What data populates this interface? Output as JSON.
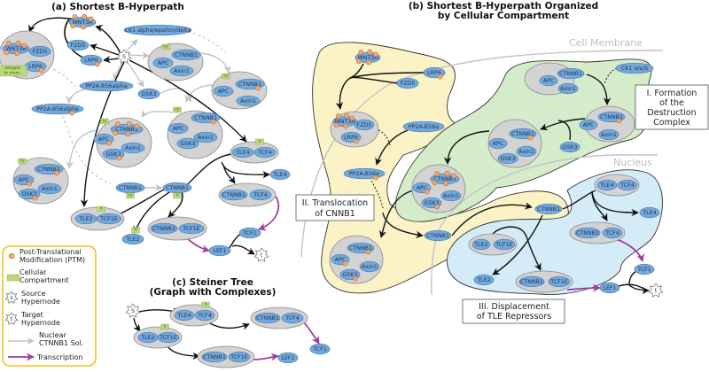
{
  "colors": {
    "protein": "#74a9dc",
    "complex": "#d3d3d3",
    "ptm": "#f5a66a",
    "compartment_tag": "#b9d97a",
    "transcription": "#a23ba6",
    "nuclear_sol": "#c4c4c4",
    "region_destruction": "#d5ecca",
    "region_translocation": "#fbf3c6",
    "region_displacement": "#d4ecf8",
    "legend_border": "#f3c21c"
  },
  "panel_a": {
    "title": "(a) Shortest B-Hyperpath",
    "source": "S",
    "target": "t",
    "nodes": [
      {
        "label": "WNT3A",
        "ptm": 5
      },
      {
        "label": "FZD5",
        "ptm": 0
      },
      {
        "label": "LRP6",
        "ptm": 1
      },
      {
        "label": "CK1 alpha/epsilon/delta",
        "ptm": 0
      },
      {
        "label": "PP2A-B56alpha",
        "ptm": 0
      },
      {
        "label": "PP2A-B56alpha",
        "ptm": 1
      },
      {
        "label": "GSK3",
        "ptm": 0
      },
      {
        "label": "CTNNB1",
        "ptm": 0,
        "tag": "cy"
      },
      {
        "label": "CTNNB1",
        "ptm": 0,
        "tag": "n"
      },
      {
        "label": "TLE4",
        "ptm": 0
      },
      {
        "label": "TLE2",
        "ptm": 0,
        "tag": "n"
      },
      {
        "label": "TCF1",
        "ptm": 0
      },
      {
        "label": "LEF1",
        "ptm": 0
      }
    ],
    "complexes": [
      {
        "tag": "integral to mem.",
        "members": [
          {
            "label": "WNT3A",
            "ptm": 5
          },
          {
            "label": "FZD5",
            "ptm": 0
          },
          {
            "label": "LRP6",
            "ptm": 1
          }
        ]
      },
      {
        "tag": "cy",
        "members": [
          {
            "label": "CTNNB1",
            "ptm": 0
          },
          {
            "label": "APC",
            "ptm": 0
          },
          {
            "label": "Axin1",
            "ptm": 0
          }
        ]
      },
      {
        "tag": "cy",
        "members": [
          {
            "label": "CTNNB1",
            "ptm": 1
          },
          {
            "label": "APC",
            "ptm": 0
          },
          {
            "label": "Axin1",
            "ptm": 0
          }
        ]
      },
      {
        "tag": "cy",
        "members": [
          {
            "label": "CTNNB1",
            "ptm": 5
          },
          {
            "label": "APC",
            "ptm": 1
          },
          {
            "label": "Axin1",
            "ptm": 0
          },
          {
            "label": "GSK3",
            "ptm": 1
          }
        ]
      },
      {
        "tag": "cy",
        "members": [
          {
            "label": "CTNNB1",
            "ptm": 1
          },
          {
            "label": "APC",
            "ptm": 0
          },
          {
            "label": "Axin1",
            "ptm": 0
          },
          {
            "label": "GSK3",
            "ptm": 0
          }
        ]
      },
      {
        "tag": "cy",
        "members": [
          {
            "label": "CTNNB1",
            "ptm": 1
          },
          {
            "label": "APC",
            "ptm": 1
          },
          {
            "label": "Axin1",
            "ptm": 0
          },
          {
            "label": "GSK3",
            "ptm": 1
          }
        ]
      },
      {
        "tag": "n",
        "members": [
          {
            "label": "TLE4",
            "ptm": 0
          },
          {
            "label": "TCF4",
            "ptm": 0
          }
        ]
      },
      {
        "tag": "",
        "members": [
          {
            "label": "CTNNB1",
            "ptm": 0
          },
          {
            "label": "TCF4",
            "ptm": 0
          }
        ]
      },
      {
        "tag": "n",
        "members": [
          {
            "label": "TLE2",
            "ptm": 0
          },
          {
            "label": "TCF1E",
            "ptm": 0
          }
        ]
      },
      {
        "tag": "",
        "members": [
          {
            "label": "CTNNB1",
            "ptm": 0
          },
          {
            "label": "TCF1E",
            "ptm": 0
          }
        ]
      }
    ]
  },
  "panel_b": {
    "title_line1": "(b) Shortest B-Hyperpath Organized",
    "title_line2": "by Cellular Compartment",
    "cell_membrane": "Cell Membrane",
    "nucleus": "Nucleus",
    "target": "t",
    "box_formation": [
      "I. Formation",
      "of the",
      "Destruction",
      "Complex"
    ],
    "box_translocation": [
      "II. Translocation",
      "of CNNB1"
    ],
    "box_displacement": [
      "III. Displacement",
      "of TLE Repressors"
    ],
    "nodes": [
      {
        "label": "WNT3A",
        "ptm": 5
      },
      {
        "label": "LRP6",
        "ptm": 1
      },
      {
        "label": "FZD5",
        "ptm": 0
      },
      {
        "label": "PP2A-B56α",
        "ptm": 0
      },
      {
        "label": "PP2A-B56α",
        "ptm": 1
      },
      {
        "label": "CTNNB1",
        "ptm": 0
      },
      {
        "label": "GSK3",
        "ptm": 0
      },
      {
        "label": "CK1 α/ε/δ",
        "ptm": 0
      },
      {
        "label": "CTNNB1",
        "ptm": 0
      },
      {
        "label": "TLE4",
        "ptm": 0
      },
      {
        "label": "TLE2",
        "ptm": 0
      },
      {
        "label": "TCF1",
        "ptm": 0
      },
      {
        "label": "LEF1",
        "ptm": 0
      }
    ],
    "complexes": [
      {
        "members": [
          {
            "label": "WNT3A",
            "ptm": 5
          },
          {
            "label": "FZD5",
            "ptm": 0
          },
          {
            "label": "LRP6",
            "ptm": 1
          }
        ]
      },
      {
        "members": [
          {
            "label": "CTNNB1",
            "ptm": 0
          },
          {
            "label": "APC",
            "ptm": 0
          },
          {
            "label": "Axin1",
            "ptm": 0
          }
        ]
      },
      {
        "members": [
          {
            "label": "CTNNB1",
            "ptm": 1
          },
          {
            "label": "APC",
            "ptm": 0
          },
          {
            "label": "Axin1",
            "ptm": 0
          }
        ]
      },
      {
        "members": [
          {
            "label": "CTNNB1",
            "ptm": 1
          },
          {
            "label": "APC",
            "ptm": 0
          },
          {
            "label": "Axin1",
            "ptm": 0
          },
          {
            "label": "GSK3",
            "ptm": 0
          }
        ]
      },
      {
        "members": [
          {
            "label": "CTNNB1",
            "ptm": 5
          },
          {
            "label": "APC",
            "ptm": 1
          },
          {
            "label": "Axin1",
            "ptm": 0
          },
          {
            "label": "GSK3",
            "ptm": 1
          }
        ]
      },
      {
        "members": [
          {
            "label": "CTNNB1",
            "ptm": 1
          },
          {
            "label": "APC",
            "ptm": 1
          },
          {
            "label": "Axin1",
            "ptm": 0
          },
          {
            "label": "GSK3",
            "ptm": 1
          }
        ]
      },
      {
        "members": [
          {
            "label": "TLE4",
            "ptm": 0
          },
          {
            "label": "TCF4",
            "ptm": 0
          }
        ]
      },
      {
        "members": [
          {
            "label": "CTNNB1",
            "ptm": 0
          },
          {
            "label": "TCF4",
            "ptm": 0
          }
        ]
      },
      {
        "members": [
          {
            "label": "TLE2",
            "ptm": 0
          },
          {
            "label": "TCF1E",
            "ptm": 0
          }
        ]
      },
      {
        "members": [
          {
            "label": "CTNNB1",
            "ptm": 0
          },
          {
            "label": "TCF1E",
            "ptm": 0
          }
        ]
      }
    ]
  },
  "panel_c": {
    "title_line1": "(c) Steiner Tree",
    "title_line2": "(Graph with  Complexes)",
    "source": "S",
    "nodes": [
      {
        "label": "TCF1",
        "ptm": 0
      },
      {
        "label": "LEF1",
        "ptm": 0
      }
    ],
    "complexes": [
      {
        "tag": "n",
        "members": [
          {
            "label": "TLE4",
            "ptm": 0
          },
          {
            "label": "TCF4",
            "ptm": 0
          }
        ]
      },
      {
        "tag": "n",
        "members": [
          {
            "label": "TLE2",
            "ptm": 0
          },
          {
            "label": "TCF1E",
            "ptm": 0
          }
        ]
      },
      {
        "tag": "",
        "members": [
          {
            "label": "CTNNB1",
            "ptm": 0
          },
          {
            "label": "TCF4",
            "ptm": 0
          }
        ]
      },
      {
        "tag": "",
        "members": [
          {
            "label": "CTNNB1",
            "ptm": 0
          },
          {
            "label": "TCF1E",
            "ptm": 0
          }
        ]
      }
    ]
  },
  "legend": {
    "ptm": [
      "Post-Translational",
      "Modification (PTM)"
    ],
    "compartment": [
      "Cellular",
      "Compartment"
    ],
    "source": [
      "Source",
      "Hypernode"
    ],
    "source_symbol": "s",
    "target": [
      "Target",
      "Hypernode"
    ],
    "target_symbol": "t",
    "nuclear": [
      "Nuclear",
      "CTNNB1 Sol."
    ],
    "transcription": [
      "Transcription"
    ]
  }
}
